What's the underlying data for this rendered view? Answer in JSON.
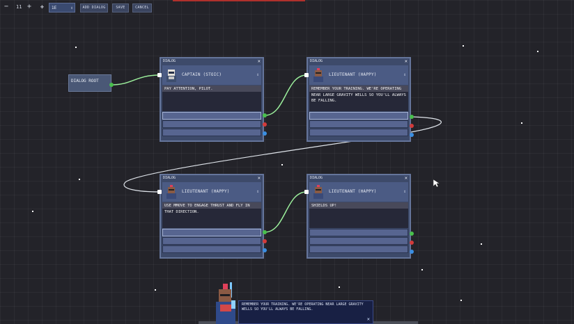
{
  "toolbar": {
    "zoom_out_icon": "minus-icon",
    "zoom_level": "11",
    "zoom_in_icon": "plus-icon",
    "pan_icon": "pan-icon",
    "zoom_input": "1E",
    "add_dialog_label": "ADD DIALOG",
    "save_label": "SAVE",
    "cancel_label": "CANCEL"
  },
  "root": {
    "label": "DIALOG ROOT"
  },
  "nodes": [
    {
      "header": "DIALOG",
      "speaker": "CAPTAIN (STOIC)",
      "line": "PAY ATTENTION, PILOT."
    },
    {
      "header": "DIALOG",
      "speaker": "LIEUTENANT (HAPPY)",
      "line": "REMEMBER YOUR TRAINING. WE'RE OPERATING NEAR LARGE GRAVITY WELLS SO YOU'LL ALWAYS BE FALLING."
    },
    {
      "header": "DIALOG",
      "speaker": "LIEUTENANT (HAPPY)",
      "line": "USE MMOVE TO ENGAGE THRUST AND FLY IN THAT DIRECTION."
    },
    {
      "header": "DIALOG",
      "speaker": "LIEUTENANT (HAPPY)",
      "line": "SHIELDS UP!"
    }
  ],
  "preview": {
    "text": "REMEMBER YOUR TRAINING. WE'RE OPERATING NEAR LARGE GRAVITY WELLS SO YOU'LL ALWAYS BE FALLING.",
    "close_icon": "close-icon"
  },
  "colors": {
    "canvas": "#232329",
    "node_bg": "#3d4a6a",
    "port_green": "#48c04c",
    "port_red": "#d23a3a",
    "port_blue": "#3a8ee2",
    "wire": "#9cf09c"
  }
}
